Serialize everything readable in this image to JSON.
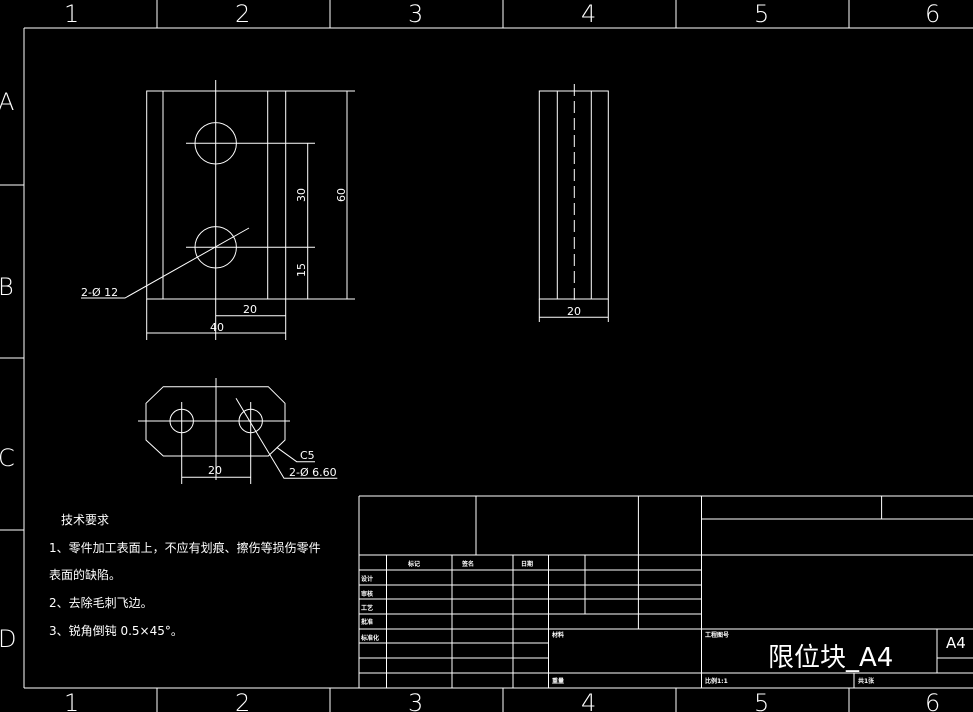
{
  "zones": {
    "columns": [
      "1",
      "2",
      "3",
      "4",
      "5",
      "6"
    ],
    "rows": [
      "A",
      "B",
      "C",
      "D"
    ]
  },
  "front_view": {
    "dim_height_total": "60",
    "dim_hole_spacing": "30",
    "dim_hole_offset": "15",
    "dim_half_width": "20",
    "dim_width": "40",
    "hole_callout": "2-Ø 12"
  },
  "side_view": {
    "dim_thickness": "20"
  },
  "top_view": {
    "dim_hole_spacing": "20",
    "chamfer_callout": "C5",
    "hole_callout": "2-Ø 6.60"
  },
  "technical_requirements": {
    "heading": "技术要求",
    "items": [
      "1、零件加工表面上，不应有划痕、擦伤等损伤零件",
      "表面的缺陷。",
      "2、去除毛刺飞边。",
      "3、锐角倒钝 0.5×45°。"
    ]
  },
  "title_block": {
    "header_labels": [
      "标记",
      "签名",
      "日期"
    ],
    "row_labels": [
      "设计",
      "审核",
      "工艺",
      "批准",
      "标准化"
    ],
    "material_label": "材料",
    "weight_label": "重量",
    "drawing_no_label": "工程图号",
    "drawing_title": "限位块_A4",
    "sheet_size": "A4",
    "scale_label": "比例1:1",
    "sheet_label": "共1张"
  },
  "colors": {
    "background": "#000000",
    "lines": "#ffffff"
  }
}
